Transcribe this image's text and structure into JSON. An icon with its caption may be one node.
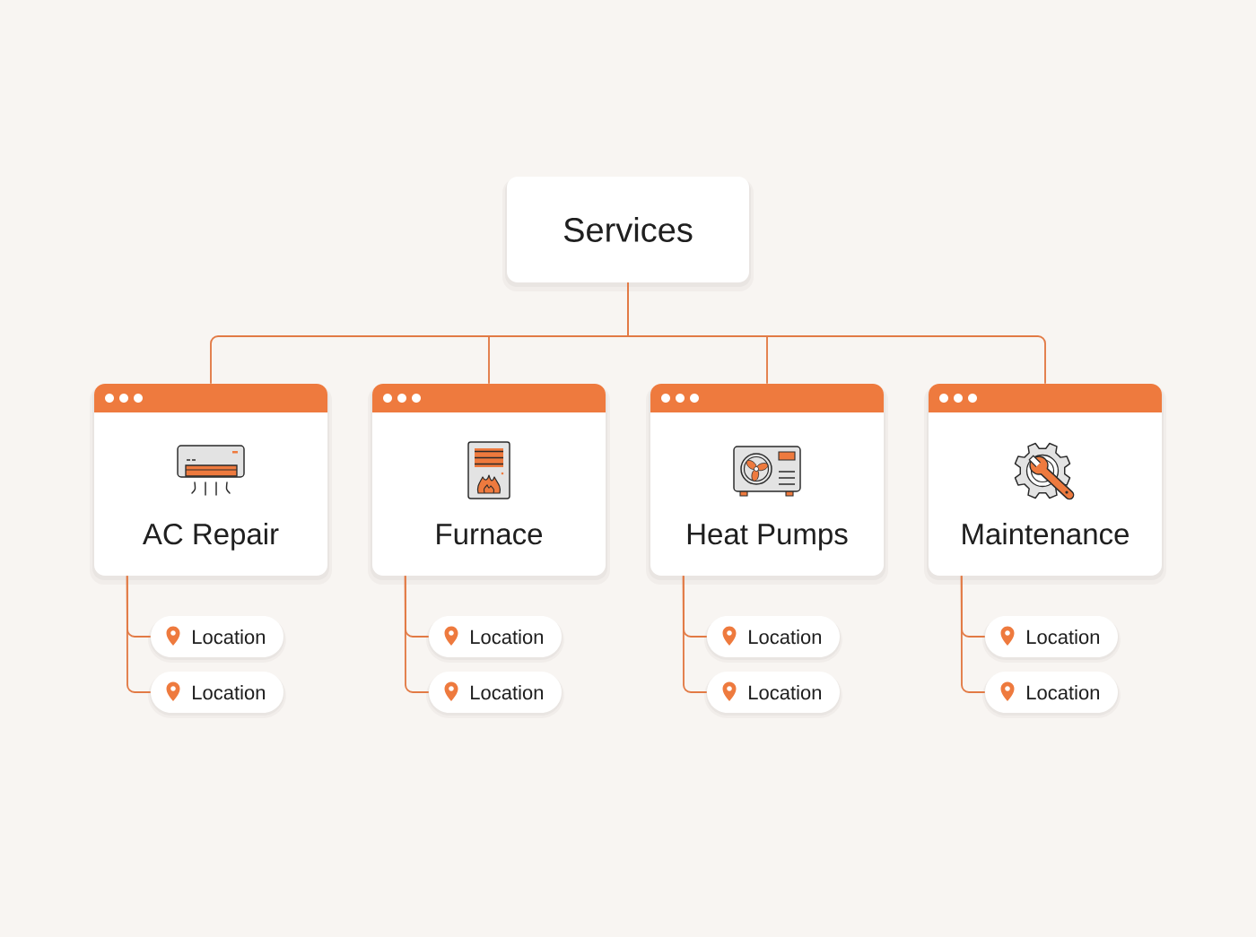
{
  "diagram": {
    "nodes": [
      {
        "text": [
          "Services"
        ]
      },
      {
        "text": [
          "AC Repair"
        ]
      },
      {
        "text": [
          "Furnace"
        ]
      },
      {
        "text": [
          "Heat Pumps"
        ]
      },
      {
        "text": [
          "Maintenance"
        ]
      },
      {
        "text": [
          "Location"
        ]
      },
      {
        "text": [
          "Location"
        ]
      },
      {
        "text": [
          "Location"
        ]
      },
      {
        "text": [
          "Location"
        ]
      },
      {
        "text": [
          "Location"
        ]
      },
      {
        "text": [
          "Location"
        ]
      },
      {
        "text": [
          "Location"
        ]
      },
      {
        "text": [
          "Location"
        ]
      }
    ],
    "edges": [
      {
        "from": 0,
        "to": 1,
        "arrow": "none"
      },
      {
        "from": 0,
        "to": 2,
        "arrow": "none"
      },
      {
        "from": 0,
        "to": 3,
        "arrow": "none"
      },
      {
        "from": 0,
        "to": 4,
        "arrow": "none"
      },
      {
        "from": 1,
        "to": 5,
        "arrow": "none"
      },
      {
        "from": 1,
        "to": 9,
        "arrow": "none"
      },
      {
        "from": 2,
        "to": 6,
        "arrow": "none"
      },
      {
        "from": 2,
        "to": 10,
        "arrow": "none"
      },
      {
        "from": 3,
        "to": 7,
        "arrow": "none"
      },
      {
        "from": 3,
        "to": 11,
        "arrow": "none"
      },
      {
        "from": 4,
        "to": 8,
        "arrow": "none"
      },
      {
        "from": 4,
        "to": 12,
        "arrow": "none"
      }
    ]
  }
}
